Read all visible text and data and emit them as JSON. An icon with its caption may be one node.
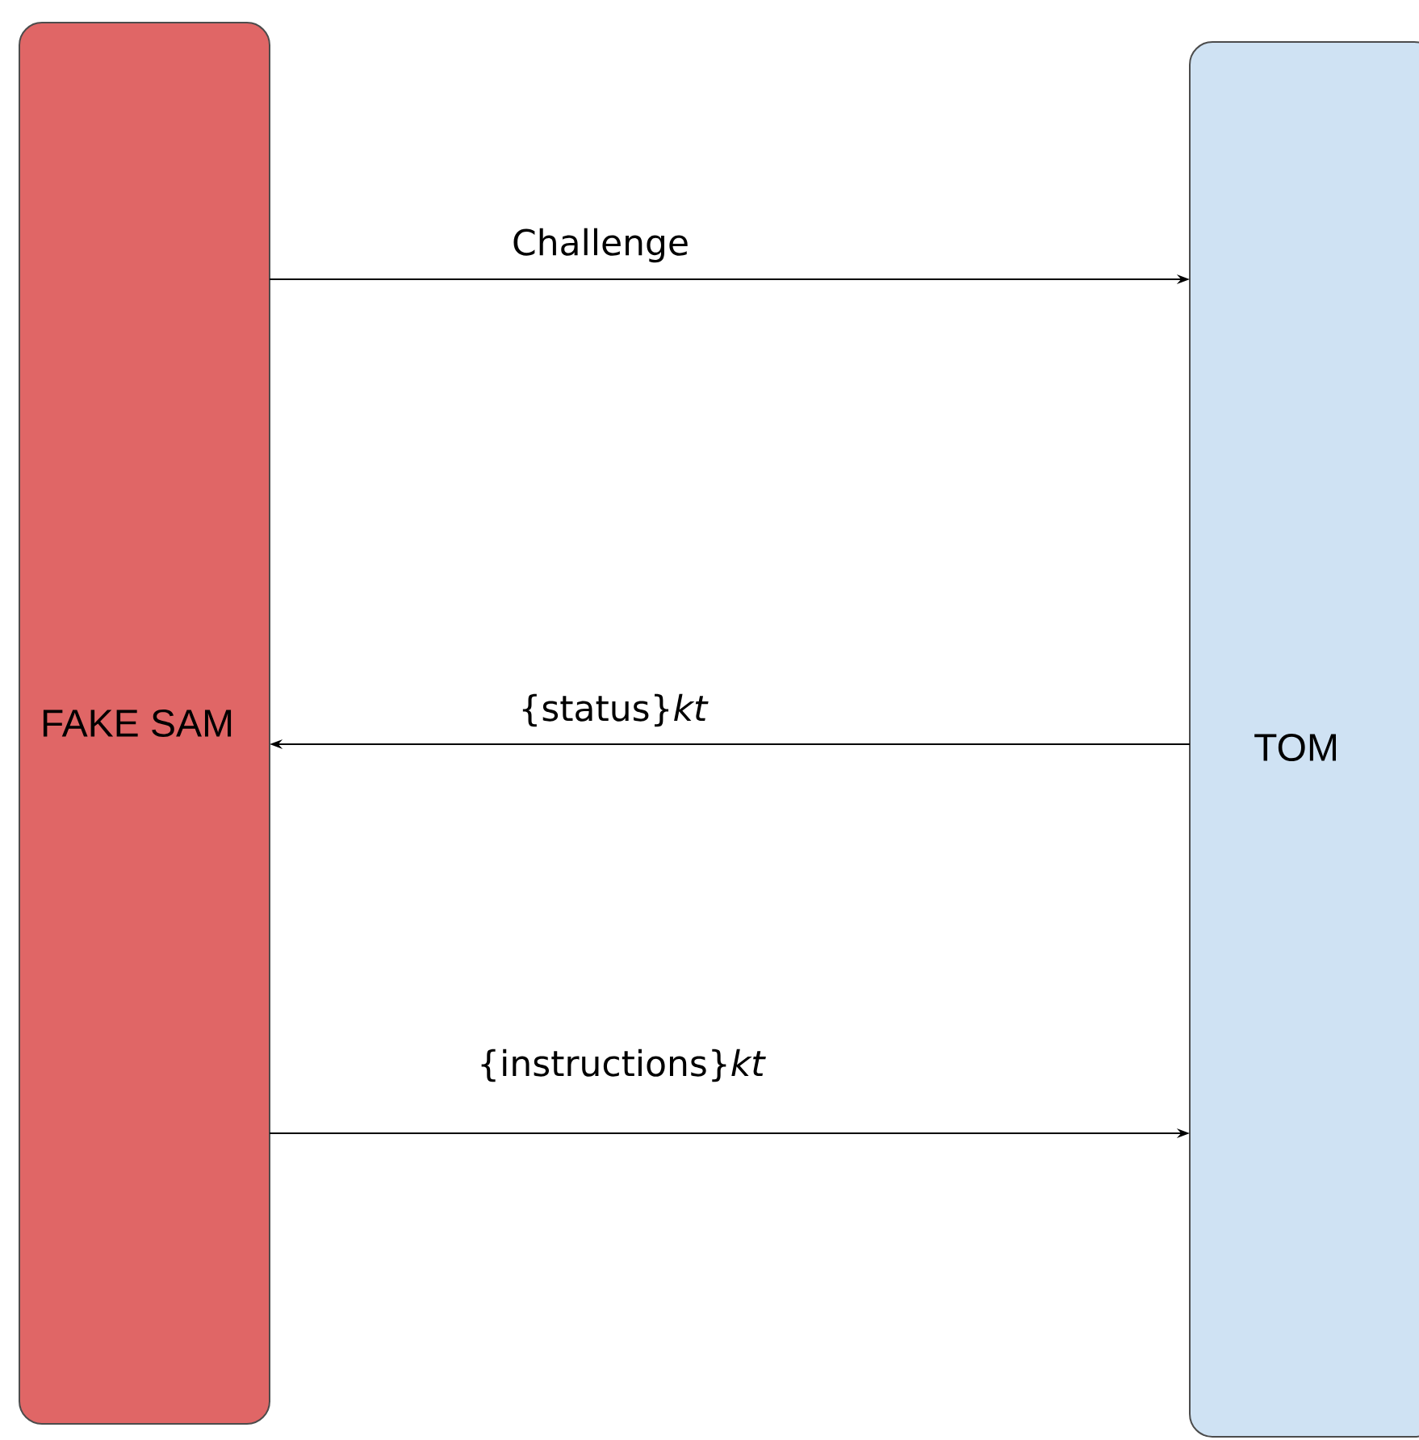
{
  "diagram": {
    "nodes": [
      {
        "text": [
          "FAKE SAM"
        ]
      },
      {
        "text": [
          "TOM"
        ]
      }
    ],
    "edges": [
      {
        "from": 0,
        "to": 1,
        "arrow": "to",
        "label": "Challenge"
      },
      {
        "from": 1,
        "to": 0,
        "arrow": "to",
        "label": "{status}*kt*"
      },
      {
        "from": 0,
        "to": 1,
        "arrow": "to",
        "label": "{instructions}*kt*"
      }
    ]
  }
}
